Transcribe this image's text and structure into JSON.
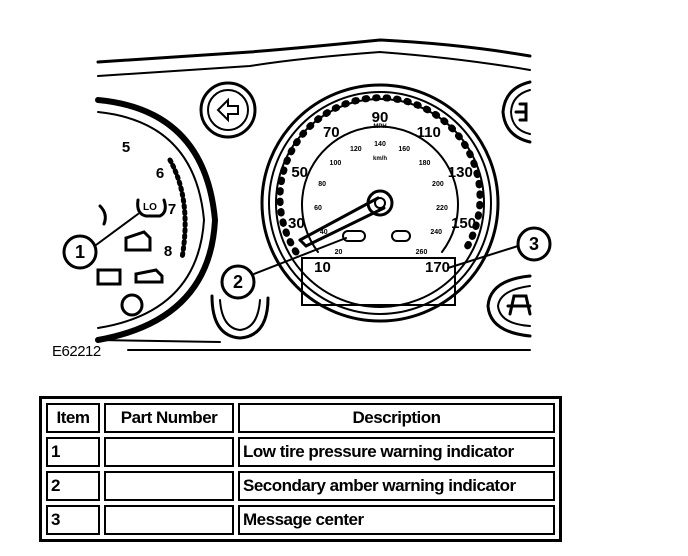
{
  "figure_id": "E62212",
  "speedometer": {
    "outer_scale": [
      "10",
      "30",
      "50",
      "70",
      "90",
      "110",
      "130",
      "150",
      "170"
    ],
    "outer_unit": "MPH",
    "inner_scale": [
      "20",
      "40",
      "60",
      "80",
      "100",
      "120",
      "140",
      "160",
      "180",
      "200",
      "220",
      "240",
      "260"
    ],
    "inner_unit": "km/h"
  },
  "tachometer": {
    "scale": [
      "5",
      "6",
      "7",
      "8"
    ],
    "cluster_label": "LO"
  },
  "callouts": [
    {
      "number": "1"
    },
    {
      "number": "2"
    },
    {
      "number": "3"
    }
  ],
  "table": {
    "headers": [
      "Item",
      "Part Number",
      "Description"
    ],
    "rows": [
      {
        "item": "1",
        "part_number": "",
        "description": "Low tire pressure warning indicator"
      },
      {
        "item": "2",
        "part_number": "",
        "description": "Secondary amber warning indicator"
      },
      {
        "item": "3",
        "part_number": "",
        "description": "Message center"
      }
    ]
  }
}
